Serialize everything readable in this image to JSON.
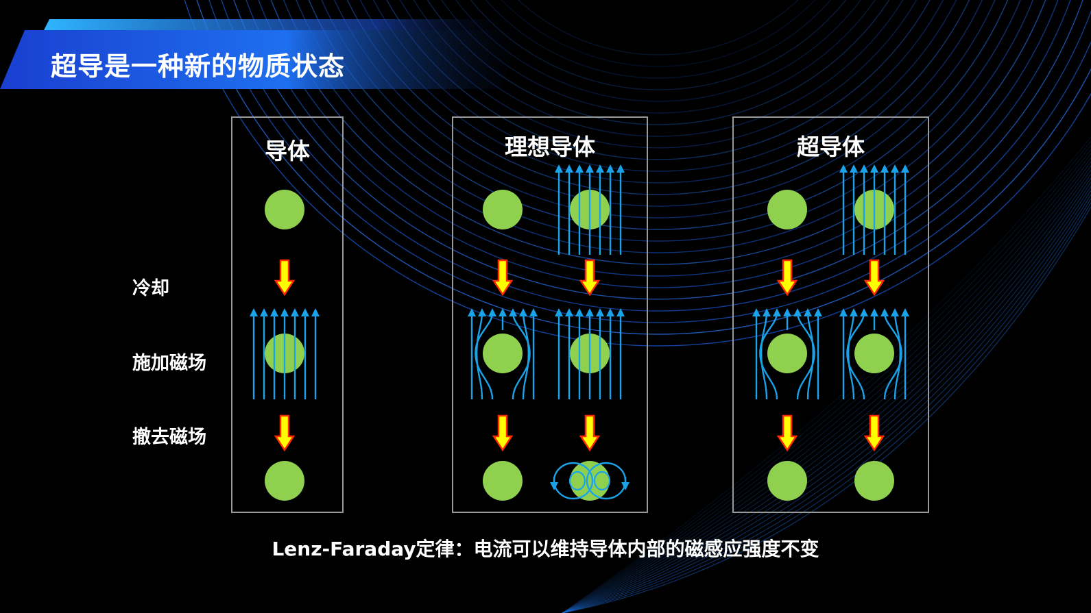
{
  "slide": {
    "title": "超导是一种新的物质状态",
    "panels": [
      {
        "title": "导体"
      },
      {
        "title": "理想导体"
      },
      {
        "title": "超导体"
      }
    ],
    "row_labels": [
      "冷却",
      "施加磁场",
      "撤去磁场"
    ],
    "caption": "Lenz-Faraday定律：电流可以维持导体内部的磁感应强度不变"
  },
  "colors": {
    "background": "#000000",
    "sphere": "#8fd14f",
    "field_line": "#1aa3e8",
    "arrow_fill": "#ffff00",
    "arrow_stroke": "#ff2a00",
    "banner_start": "#1b4fd8",
    "banner_end": "#2fb0ff"
  }
}
